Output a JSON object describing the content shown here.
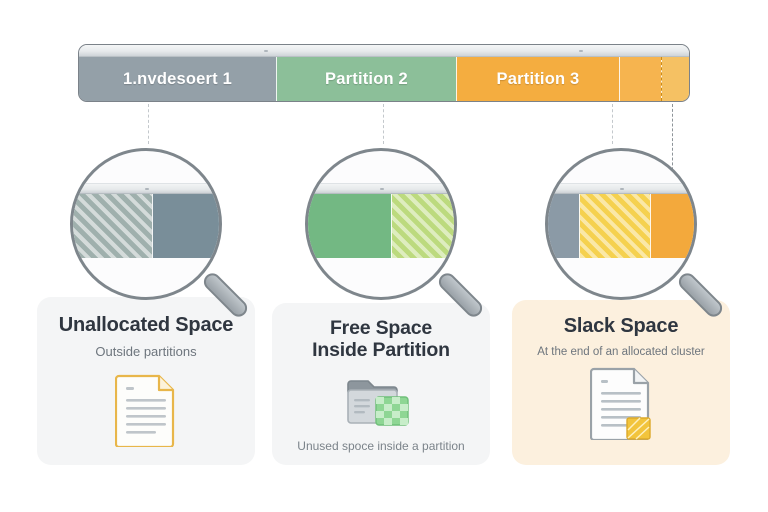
{
  "disk_bar": {
    "name": "disk-layout-bar",
    "partitions": [
      {
        "label": "1.nvdesoert 1",
        "color": "#94a0a8",
        "name": "partition-1"
      },
      {
        "label": "Partition 2",
        "color": "#8cbf99",
        "name": "partition-2"
      },
      {
        "label": "Partition 3",
        "color": "#f4ad40",
        "name": "partition-3"
      }
    ],
    "tail_segments": [
      {
        "label": "",
        "color": "#f6b44f"
      },
      {
        "label": "",
        "color": "#f5c163"
      }
    ],
    "slack_marker_color": "#c98b16"
  },
  "magnifiers": [
    {
      "name": "magnifier-unallocated",
      "segments": [
        {
          "style": "hatch-grey",
          "width": "54%"
        },
        {
          "style": "solid-slate",
          "width": "46%"
        }
      ]
    },
    {
      "name": "magnifier-free-space",
      "segments": [
        {
          "style": "solid-green",
          "width": "57%"
        },
        {
          "style": "hatch-green",
          "width": "43%"
        }
      ]
    },
    {
      "name": "magnifier-slack-space",
      "segments": [
        {
          "style": "solid-grey-small",
          "width": "21%"
        },
        {
          "style": "hatch-yellow",
          "width": "49%"
        },
        {
          "style": "solid-orange",
          "width": "30%"
        }
      ]
    }
  ],
  "cards": [
    {
      "name": "card-unallocated-space",
      "title": "Unallocated Space",
      "subtitle": "Outside partitions",
      "caption": "",
      "background": "#f4f5f6",
      "icon": "document-lines-icon"
    },
    {
      "name": "card-free-space",
      "title": "Free Space\nInside Partition",
      "title_line_1": "Free Space",
      "title_line_2": "Inside Partition",
      "subtitle": "",
      "caption": "Unused spoce inside a partition",
      "background": "#f4f5f6",
      "icon": "folder-with-green-checker-icon"
    },
    {
      "name": "card-slack-space",
      "title": "Slack Space",
      "subtitle": "At the end of an allocated cluster",
      "caption": "",
      "background": "#fcf0de",
      "icon": "document-with-slack-corner-icon"
    }
  ],
  "colors": {
    "partition_grey": "#94a0a8",
    "partition_green": "#8cbf99",
    "partition_orange": "#f4ad40",
    "slack_yellow": "#f5d14f",
    "card_grey_bg": "#f4f5f6",
    "card_cream_bg": "#fcf0de",
    "lens_border": "#7e868c",
    "title_text": "#2f3640",
    "sub_text": "#6d757d"
  }
}
